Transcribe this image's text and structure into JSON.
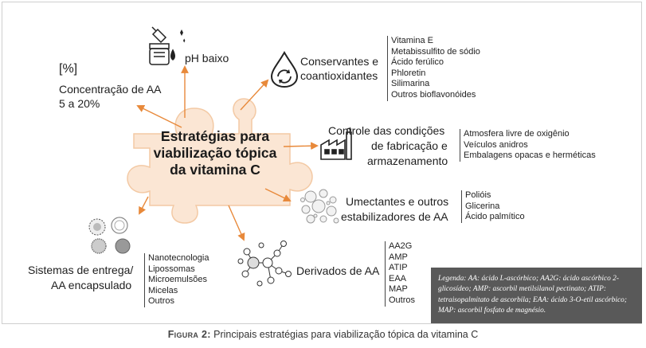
{
  "center": {
    "title": "Estratégias para viabilização tópica da vitamina C"
  },
  "concentration": {
    "symbol": "[%]",
    "label": "Concentração de AA",
    "range": "5 a 20%"
  },
  "ph": {
    "label": "pH baixo"
  },
  "conservantes": {
    "title_line1": "Conservantes e",
    "title_line2": "coantioxidantes",
    "items": [
      "Vitamina E",
      "Metabissulfito de sódio",
      "Ácido ferúlico",
      "Phloretin",
      "Silimarina",
      "Outros bioflavonóides"
    ]
  },
  "controle": {
    "title_line1": "Controle das condições",
    "title_line2": "de fabricação e",
    "title_line3": "armazenamento",
    "items": [
      "Atmosfera livre de oxigênio",
      "Veículos anidros",
      "Embalagens opacas e herméticas"
    ]
  },
  "umectantes": {
    "title_line1": "Umectantes e outros",
    "title_line2": "estabilizadores de AA",
    "items": [
      "Polióis",
      "Glicerina",
      "Ácido palmítico"
    ]
  },
  "derivados": {
    "title": "Derivados de AA",
    "items": [
      "AA2G",
      "AMP",
      "ATIP",
      "EAA",
      "MAP",
      "Outros"
    ]
  },
  "sistemas": {
    "title_line1": "Sistemas de entrega/",
    "title_line2": "AA encapsulado",
    "items": [
      "Nanotecnologia",
      "Lipossomas",
      "Microemulsões",
      "Micelas",
      "Outros"
    ]
  },
  "legend": {
    "text": "Legenda: AA: ácido L-ascórbico; AA2G: ácido ascórbico 2-glicosídeo; AMP: ascorbil metilsilanol pectinato; ATIP: tetraisopalmitato de ascorbila; EAA: ácido 3-O-etil ascórbico; MAP: ascorbil fosfato de magnésio."
  },
  "caption": {
    "figure": "Figura 2:",
    "text": " Principais estratégias para viabilização tópica da vitamina C"
  },
  "colors": {
    "arrow": "#e8893a",
    "puzzle_fill": "#fbe6d4",
    "puzzle_stroke": "#f3c9a4",
    "legend_bg": "#595959"
  }
}
